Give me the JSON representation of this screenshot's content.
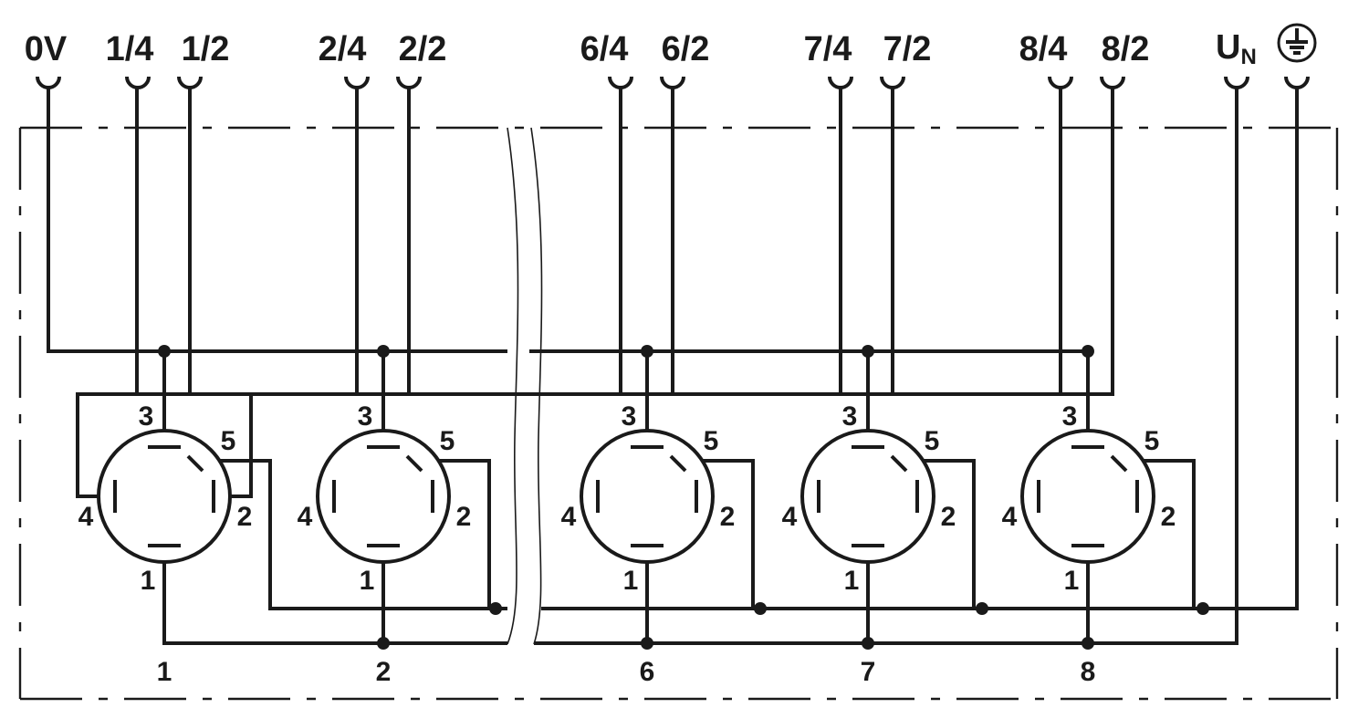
{
  "terminals": {
    "t0v": "0V",
    "t1_4": "1/4",
    "t1_2": "1/2",
    "t2_4": "2/4",
    "t2_2": "2/2",
    "t6_4": "6/4",
    "t6_2": "6/2",
    "t7_4": "7/4",
    "t7_2": "7/2",
    "t8_4": "8/4",
    "t8_2": "8/2",
    "un_main": "U",
    "un_sub": "N"
  },
  "icons": {
    "ground": "protective-earth-icon",
    "break": "wavy-break-icon"
  },
  "sockets": [
    {
      "label": "1",
      "pin1": "1",
      "pin2": "2",
      "pin3": "3",
      "pin4": "4",
      "pin5": "5"
    },
    {
      "label": "2",
      "pin1": "1",
      "pin2": "2",
      "pin3": "3",
      "pin4": "4",
      "pin5": "5"
    },
    {
      "label": "6",
      "pin1": "1",
      "pin2": "2",
      "pin3": "3",
      "pin4": "4",
      "pin5": "5"
    },
    {
      "label": "7",
      "pin1": "1",
      "pin2": "2",
      "pin3": "3",
      "pin4": "4",
      "pin5": "5"
    },
    {
      "label": "8",
      "pin1": "1",
      "pin2": "2",
      "pin3": "3",
      "pin4": "4",
      "pin5": "5"
    }
  ]
}
